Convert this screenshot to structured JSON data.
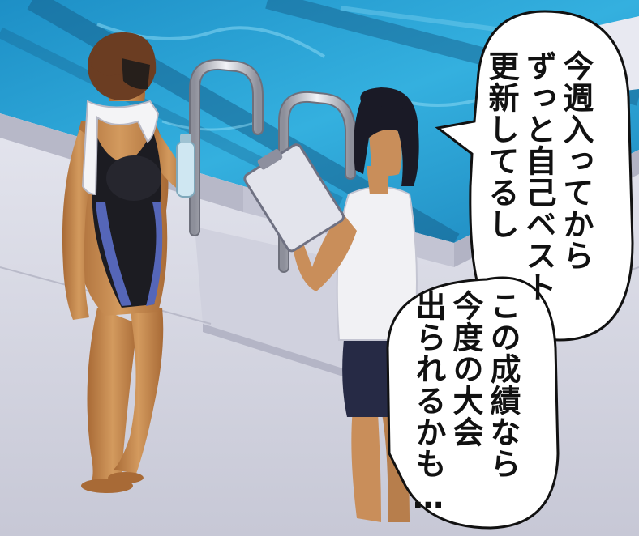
{
  "speech_bubbles": [
    {
      "lines": [
        "今週入ってから",
        "ずっと自己ベスト",
        "更新してるし"
      ]
    },
    {
      "lines": [
        "この成績なら",
        "今度の大会",
        "出られるかも…"
      ]
    }
  ],
  "colors": {
    "pool_water": "#2a9fd0",
    "pool_deck": "#d9dae6",
    "swimsuit": "#1c1c22",
    "swimsuit_accent": "#5566b8",
    "skin_tan": "#c98a4c",
    "hair_brown": "#6b3d22",
    "hair_dark": "#1a1a26",
    "shorts_navy": "#262a45",
    "bubble_fill": "#ffffff"
  }
}
